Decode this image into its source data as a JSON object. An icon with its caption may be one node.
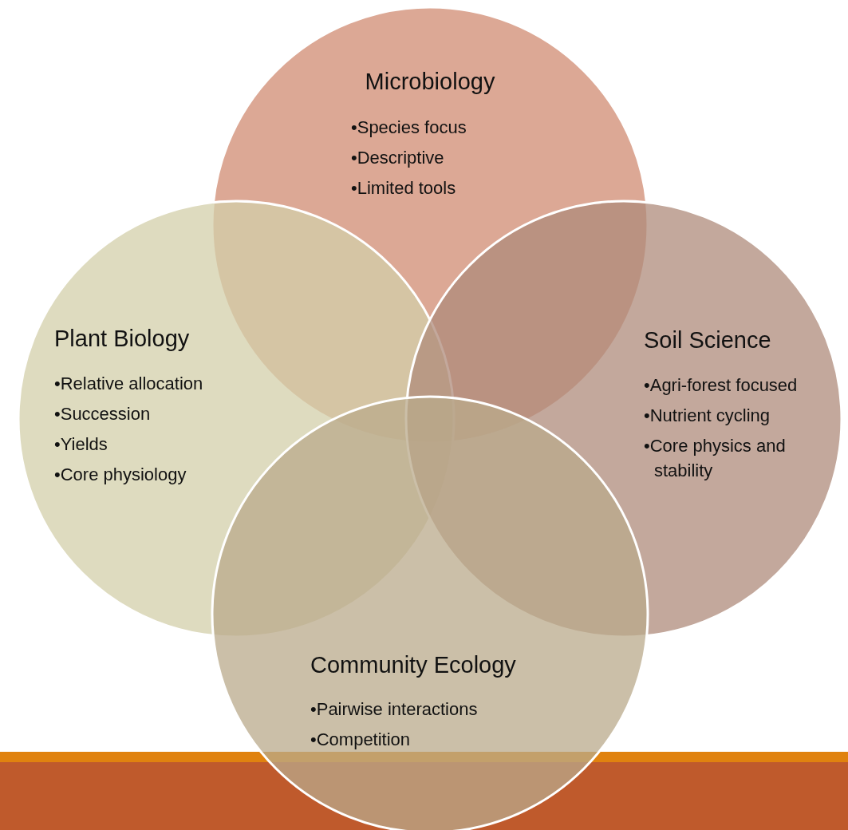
{
  "diagram": {
    "nodes": [
      {
        "text": [
          "Microbiology",
          "•Species focus",
          "•Descriptive",
          "•Limited tools"
        ]
      },
      {
        "text": [
          "Plant Biology",
          "•Relative allocation",
          "•Succession",
          "•Yields",
          "•Core physiology"
        ]
      },
      {
        "text": [
          "Soil Science",
          "•Agri-forest focused",
          "•Nutrient cycling",
          "•Core physics and stability"
        ]
      },
      {
        "text": [
          "Community Ecology",
          "•Pairwise interactions",
          "•Competition"
        ]
      }
    ]
  }
}
